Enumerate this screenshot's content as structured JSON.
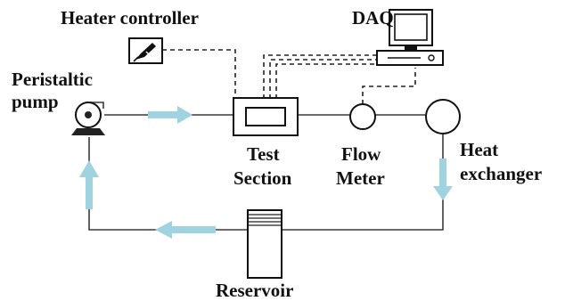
{
  "labels": {
    "heater_controller": "Heater controller",
    "daq": "DAQ",
    "peristaltic": "Peristaltic",
    "pump": "pump",
    "test": "Test",
    "section": "Section",
    "flow": "Flow",
    "meter": "Meter",
    "heat": "Heat",
    "exchanger": "exchanger",
    "reservoir": "Reservoir"
  },
  "colors": {
    "flow_arrow": "#9fd3e0",
    "line": "#3a3a3a",
    "text": "#111111"
  },
  "icons": {
    "heater_controller": "pen-tool-icon",
    "daq": "desktop-computer-icon"
  }
}
